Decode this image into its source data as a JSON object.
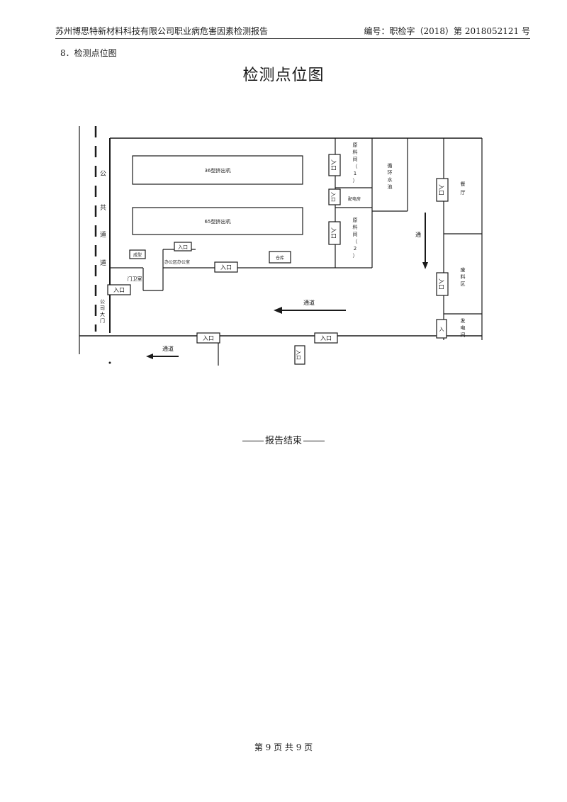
{
  "header": {
    "left": "苏州博思特新材料科技有限公司职业病危害因素检测报告",
    "right": "编号：职检字（2018）第 2018052121 号"
  },
  "section": {
    "title": "8．检测点位图"
  },
  "page_title": "检测点位图",
  "diagram": {
    "public_road": [
      "公",
      "共",
      "道",
      "道"
    ],
    "factory_gate": [
      "公",
      "司",
      "大",
      "门"
    ],
    "buildings": {
      "extruder_1": "36型挤出机",
      "extruder_2": "65型挤出机",
      "small_room": "成型",
      "office": "办公区办公室",
      "gate_house": "门卫室",
      "storage": "仓库",
      "material_1": [
        "原",
        "料",
        "间",
        "（",
        "1",
        "）"
      ],
      "distribution": "配电房",
      "material_2": [
        "原",
        "料",
        "间",
        "（",
        "2",
        "）"
      ],
      "cooling_pool": [
        "循",
        "环",
        "水",
        "池"
      ],
      "canteen": [
        "餐",
        "厅"
      ],
      "waste_area": [
        "废",
        "料",
        "区"
      ],
      "generator": [
        "发",
        "电",
        "间"
      ]
    },
    "entrance_label": "入口",
    "entrance_short": "入",
    "road_label": "通道",
    "road_vertical": "通"
  },
  "end_mark": "报告结束",
  "footer": "第 9 页  共 9 页"
}
